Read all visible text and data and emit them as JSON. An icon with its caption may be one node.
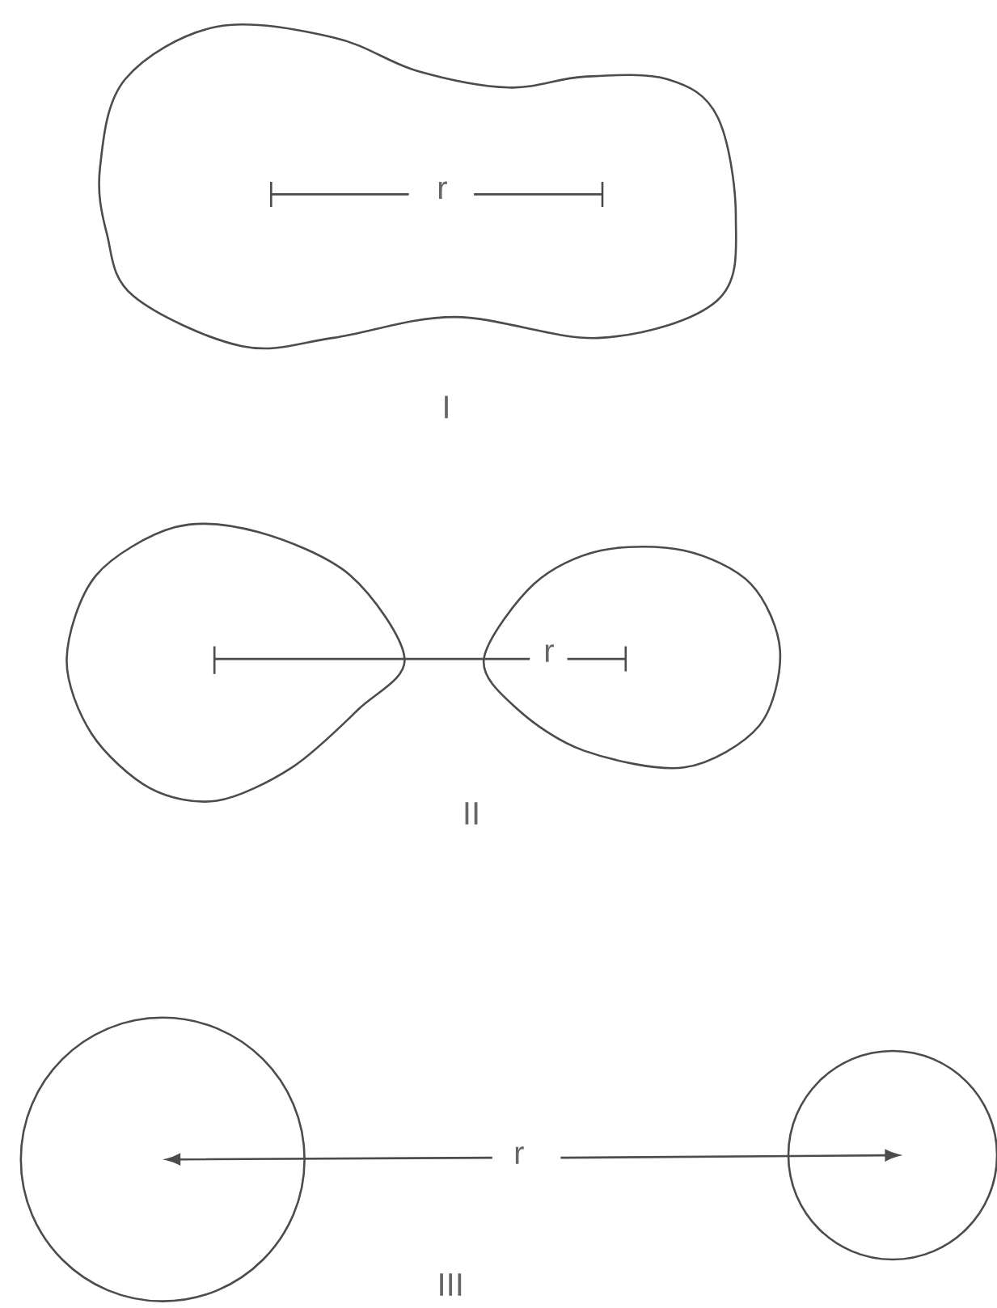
{
  "diagram": {
    "labels": [
      "r",
      "I",
      "r",
      "II",
      "r",
      "III"
    ]
  }
}
